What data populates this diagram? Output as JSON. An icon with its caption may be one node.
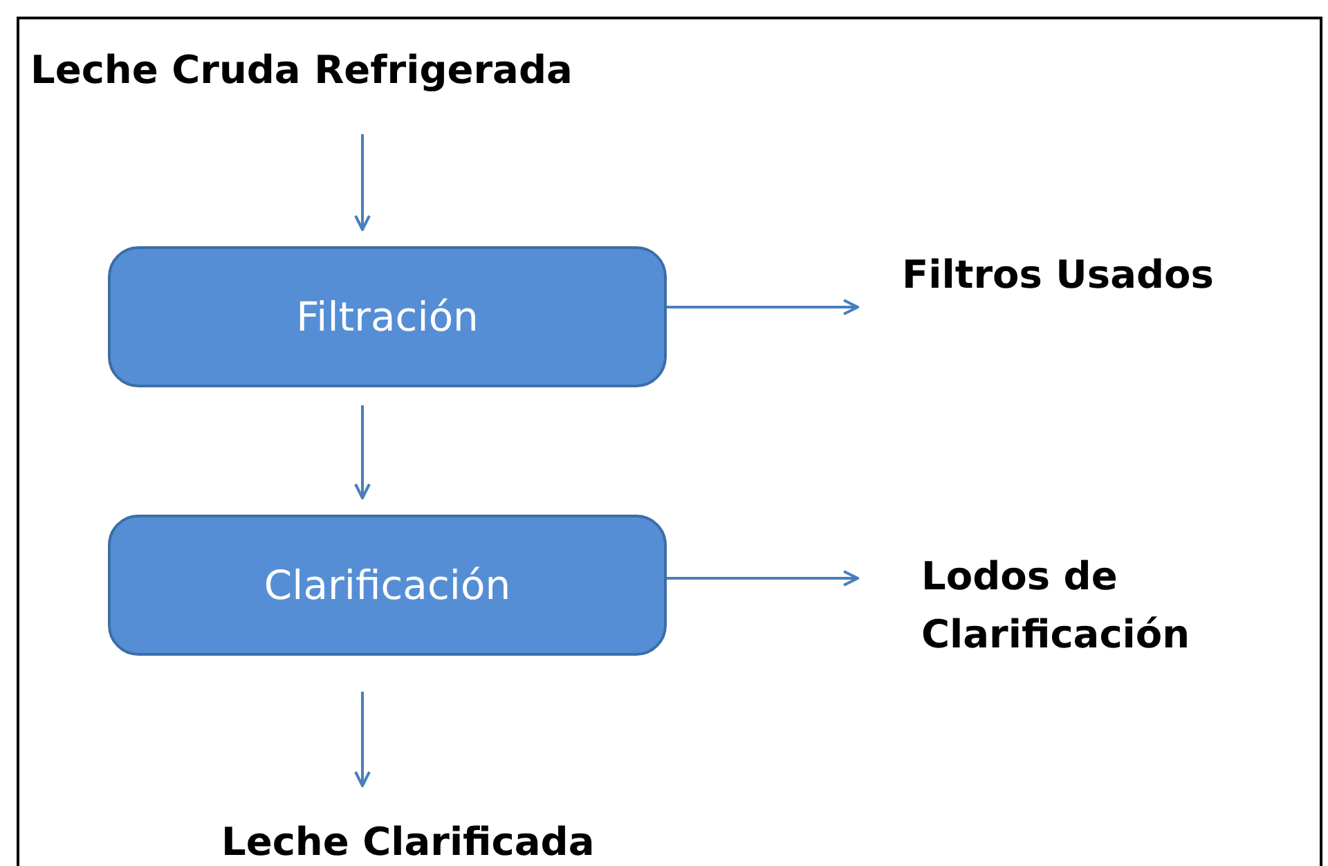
{
  "diagram": {
    "nodes": [
      {
        "text": [
          "Leche Cruda Refrigerada"
        ]
      },
      {
        "text": [
          "Filtración"
        ]
      },
      {
        "text": [
          "Filtros Usados"
        ]
      },
      {
        "text": [
          "Clarificación"
        ]
      },
      {
        "text": [
          "Lodos de Clarificación"
        ]
      },
      {
        "text": [
          "Leche Clarificada"
        ]
      }
    ],
    "edges": [
      {
        "from": 0,
        "to": 1,
        "arrow": "to"
      },
      {
        "from": 1,
        "to": 2,
        "arrow": "to"
      },
      {
        "from": 1,
        "to": 3,
        "arrow": "to"
      },
      {
        "from": 3,
        "to": 4,
        "arrow": "to"
      },
      {
        "from": 3,
        "to": 5,
        "arrow": "to"
      }
    ]
  }
}
